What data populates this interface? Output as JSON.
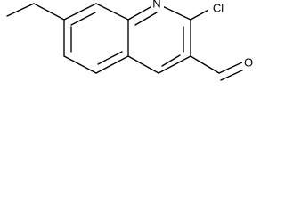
{
  "molecule": {
    "atoms": {
      "nitrogen": "N",
      "chlorine": "Cl",
      "oxygen": "O"
    }
  }
}
